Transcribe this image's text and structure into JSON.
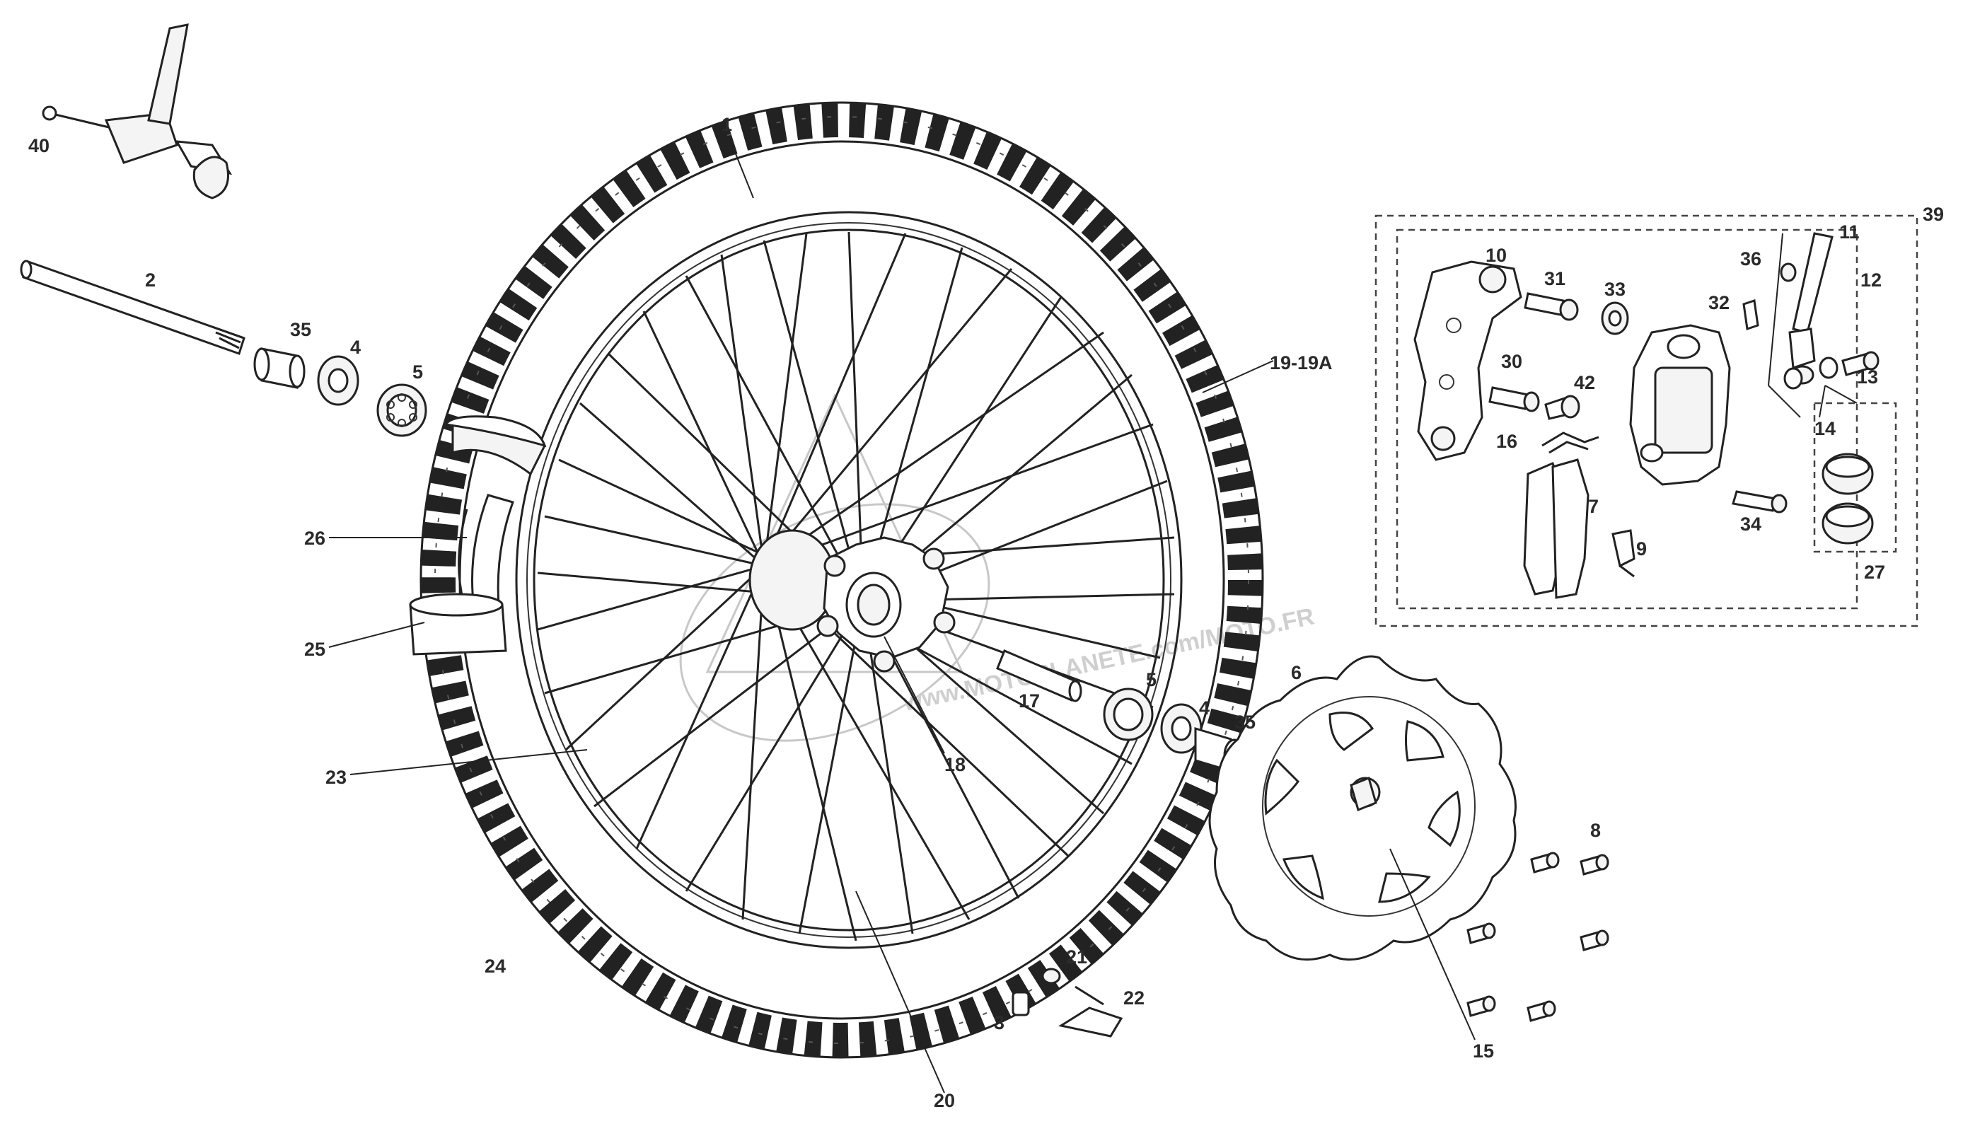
{
  "watermark": "www.MOTOPLANETE.com/MOTO.FR",
  "labels": {
    "n1": "1",
    "n2": "2",
    "n3": "3",
    "n4a": "4",
    "n4b": "4",
    "n5a": "5",
    "n5b": "5",
    "n6": "6",
    "n7": "7",
    "n8": "8",
    "n9": "9",
    "n10": "10",
    "n11": "11",
    "n12": "12",
    "n13": "13",
    "n14": "14",
    "n15": "15",
    "n16": "16",
    "n17": "17",
    "n18": "18",
    "n19": "19-19A",
    "n20": "20",
    "n21": "21",
    "n22": "22",
    "n23": "23",
    "n24": "24",
    "n25": "25",
    "n26": "26",
    "n27": "27",
    "n30": "30",
    "n31": "31",
    "n32": "32",
    "n33": "33",
    "n34": "34",
    "n35a": "35",
    "n35b": "35",
    "n36": "36",
    "n39": "39",
    "n40": "40",
    "n42": "42"
  }
}
